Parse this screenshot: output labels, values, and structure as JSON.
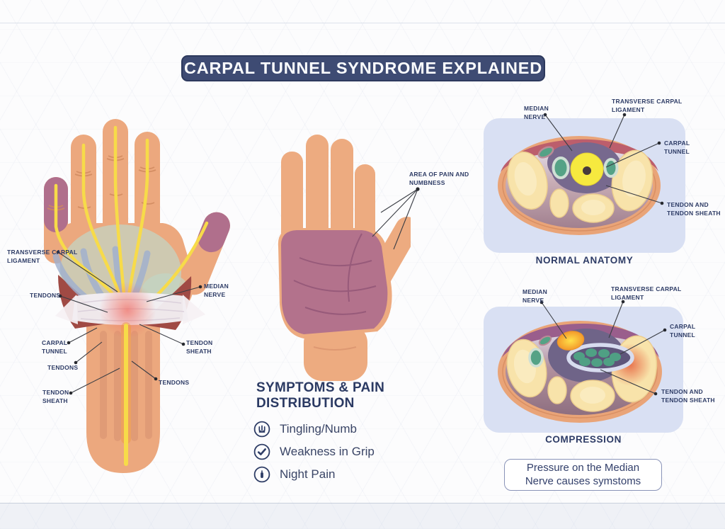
{
  "title": "CARPAL TUNNEL SYNDROME EXPLAINED",
  "hand_diagram": {
    "labels": {
      "transverse_carpal_ligament": "TRANSVERSE CARPAL LIGAMENT",
      "tendons_upper_left": "TENDONS",
      "carpal_tunnel": "CARPAL TUNNEL",
      "tendons_lower_left": "TENDONS",
      "tendon_sheath_left": "TENDON SHEATH",
      "median_nerve": "MEDIAN NERVE",
      "tendon_sheath_right": "TENDON SHEATH",
      "tendons_right": "TENDONS"
    }
  },
  "pain_diagram": {
    "area_label": "AREA OF PAIN AND NUMBNESS"
  },
  "symptoms": {
    "heading": "SYMPTOMS & PAIN DISTRIBUTION",
    "items": [
      {
        "icon": "tingling-hand-icon",
        "label": "Tingling/Numb"
      },
      {
        "icon": "checkmark-icon",
        "label": "Weakness in Grip"
      },
      {
        "icon": "night-icon",
        "label": "Night Pain"
      }
    ]
  },
  "normal_section": {
    "caption": "NORMAL ANATOMY",
    "labels": {
      "median_nerve": "MEDIAN NERVE",
      "transverse_carpal_ligament": "TRANSVERSE CARPAL LIGAMENT",
      "carpal_tunnel": "CARPAL TUNNEL",
      "tendon_and_sheath": "TENDON AND TENDON SHEATH"
    }
  },
  "compression_section": {
    "caption": "COMPRESSION",
    "labels": {
      "median_nerve": "MEDIAN NERVE",
      "transverse_carpal_ligament": "TRANSVERSE CARPAL LIGAMENT",
      "carpal_tunnel": "CARPAL TUNNEL",
      "tendon_and_sheath": "TENDON AND TENDON SHEATH"
    }
  },
  "note": {
    "text": "Pressure on the Median Nerve causes symstoms"
  },
  "colors": {
    "navy_text": "#2E3C66",
    "banner_bg": "#3E4B73",
    "panel_bg": "#D9E0F3",
    "skin": "#ECA87E",
    "pain_area": "#B06F8C",
    "nerve_yellow": "#F7DB49",
    "tendon_blue": "#9FB0CF",
    "muscle_red": "#A04A44",
    "bone_cream": "#F8E3AA",
    "tendon_green": "#55A286",
    "tunnel_purple": "#77698E",
    "ligament_maroon": "#BC5E6C",
    "inflamed_red": "#E45A38"
  }
}
